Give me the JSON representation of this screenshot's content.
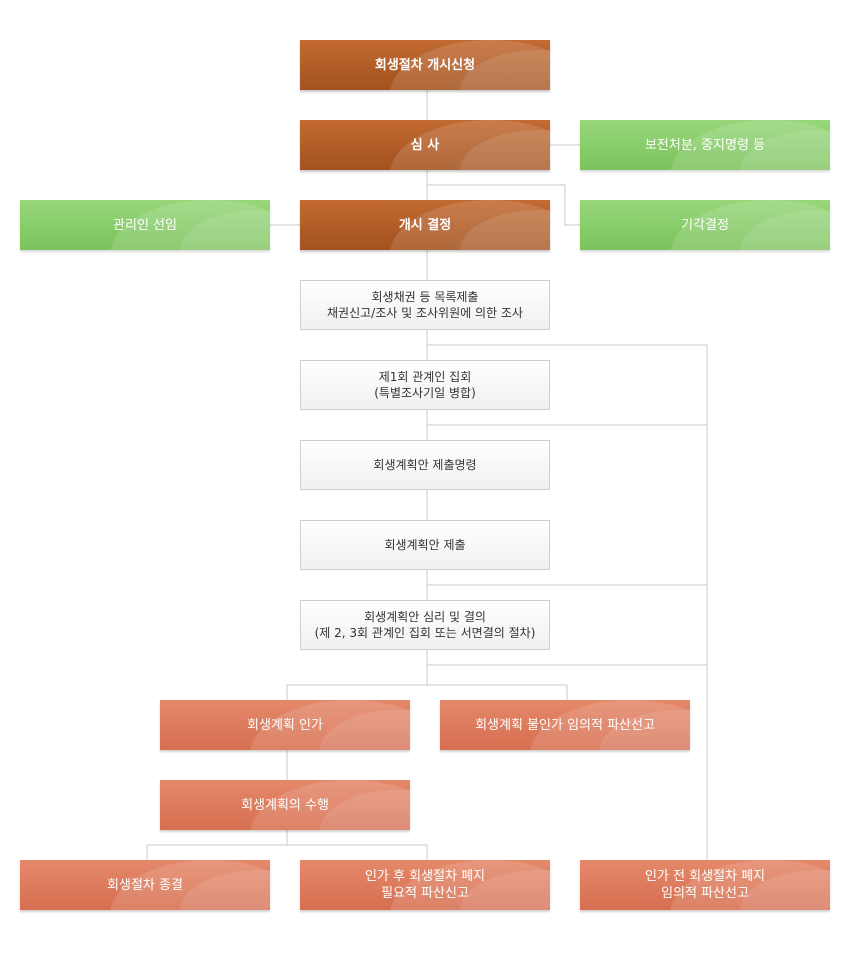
{
  "colors": {
    "brown": "#b05c26",
    "green": "#88cc6a",
    "salmon": "#dd7b5c",
    "gray_box": "#f4f4f4",
    "connector": "#c8c8c8"
  },
  "nodes": {
    "n1": "회생절차 개시신청",
    "n2": "심    사",
    "n3": "보전처분, 중지명령 등",
    "n4": "관리인 선임",
    "n5": "개시 결정",
    "n6": "기각결정",
    "n7": "회생채권 등 목록제출\n채권신고/조사 및 조사위원에 의한 조사",
    "n8": "제1회 관계인 집회\n(특별조사기일 병합)",
    "n9": "회생계획안 제출명령",
    "n10": "회생계획안 제출",
    "n11": "회생계획안 심리 및 결의\n(제 2, 3회 관계인 집회 또는 서면결의 절차)",
    "n12": "회생계획 인가",
    "n13": "회생계획 불인가 임의적 파산선고",
    "n14": "회생계획의 수행",
    "n15": "회생절차 종결",
    "n16": "인가 후 회생절차 폐지\n필요적 파산신고",
    "n17": "인가 전 회생절차 폐지\n임의적 파산선고"
  }
}
